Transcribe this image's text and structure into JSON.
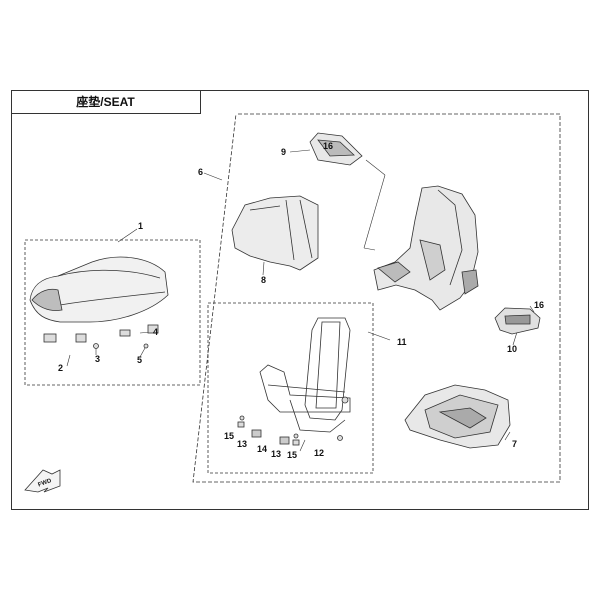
{
  "diagram": {
    "title": "座垫/SEAT",
    "fwd_label": "FWD",
    "callouts": {
      "c1": "1",
      "c2": "2",
      "c3": "3",
      "c4": "4",
      "c5": "5",
      "c6": "6",
      "c7": "7",
      "c8": "8",
      "c9": "9",
      "c10": "10",
      "c11": "11",
      "c12": "12",
      "c13a": "13",
      "c13b": "13",
      "c14": "14",
      "c15a": "15",
      "c15b": "15",
      "c16a": "16",
      "c16b": "16"
    }
  },
  "colors": {
    "line": "#333333",
    "part_fill": "#e8e8e8",
    "part_dark": "#9a9a9a"
  }
}
